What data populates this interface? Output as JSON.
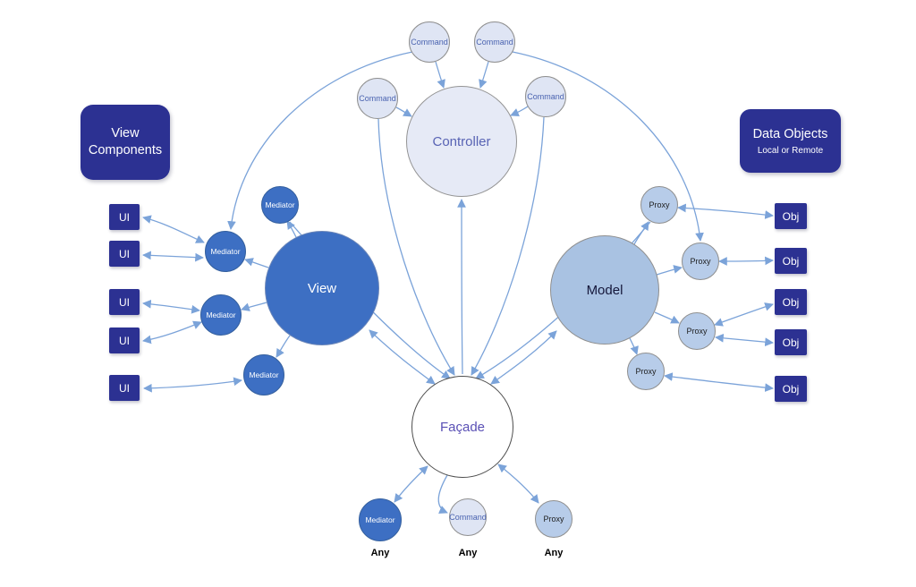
{
  "panels": {
    "view_components": {
      "label": "View Components"
    },
    "data_objects": {
      "title": "Data Objects",
      "subtitle": "Local or Remote"
    }
  },
  "tiles": {
    "ui": [
      "UI",
      "UI",
      "UI",
      "UI",
      "UI"
    ],
    "obj": [
      "Obj",
      "Obj",
      "Obj",
      "Obj",
      "Obj"
    ]
  },
  "core": {
    "controller": "Controller",
    "view": "View",
    "model": "Model",
    "facade": "Façade"
  },
  "commands": [
    "Command",
    "Command",
    "Command",
    "Command"
  ],
  "mediators": [
    "Mediator",
    "Mediator",
    "Mediator",
    "Mediator"
  ],
  "proxies": [
    "Proxy",
    "Proxy",
    "Proxy",
    "Proxy"
  ],
  "bottom": {
    "mediator": {
      "label": "Mediator",
      "caption": "Any"
    },
    "command": {
      "label": "Command",
      "caption": "Any"
    },
    "proxy": {
      "label": "Proxy",
      "caption": "Any"
    }
  },
  "colors": {
    "panel_bg": "#2c3192",
    "view_blue": "#3d6fc3",
    "model_blue": "#a9c2e2",
    "proxy_blue": "#b7cce9",
    "command_fill": "#dfe5f4",
    "controller_fill": "#e6eaf6",
    "facade_text": "#5a50b5",
    "arrow": "#7ba3d9"
  }
}
